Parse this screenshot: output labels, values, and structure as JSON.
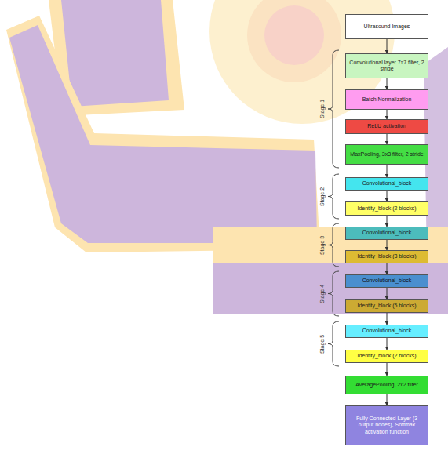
{
  "diagram": {
    "nodes": [
      {
        "text": [
          "Ultrasound Images"
        ]
      },
      {
        "text": [
          "Convolutional layer 7x7 filter, 2 stride"
        ]
      },
      {
        "text": [
          "Batch Normalization"
        ]
      },
      {
        "text": [
          "ReLU activation"
        ]
      },
      {
        "text": [
          "MaxPooling, 3x3 filter, 2 stride"
        ]
      },
      {
        "text": [
          "Convolutional_block"
        ]
      },
      {
        "text": [
          "Identity_block (2 blocks)"
        ]
      },
      {
        "text": [
          "Convolutional_block"
        ]
      },
      {
        "text": [
          "Identity_block (3 blocks)"
        ]
      },
      {
        "text": [
          "Convolutional_block"
        ]
      },
      {
        "text": [
          "Identity_block (5 blocks)"
        ]
      },
      {
        "text": [
          "Convolutional_block"
        ]
      },
      {
        "text": [
          "Identity_block (2 blocks)"
        ]
      },
      {
        "text": [
          "AveragePooling, 2x2 filter"
        ]
      },
      {
        "text": [
          "Fully Connected Layer (3 output nodes), Softmax activation function"
        ]
      }
    ],
    "edges": [
      {
        "from": 0,
        "to": 1,
        "arrow": "to"
      },
      {
        "from": 1,
        "to": 2,
        "arrow": "to"
      },
      {
        "from": 2,
        "to": 3,
        "arrow": "to"
      },
      {
        "from": 3,
        "to": 4,
        "arrow": "to"
      },
      {
        "from": 4,
        "to": 5,
        "arrow": "to"
      },
      {
        "from": 5,
        "to": 6,
        "arrow": "to"
      },
      {
        "from": 6,
        "to": 7,
        "arrow": "to"
      },
      {
        "from": 7,
        "to": 8,
        "arrow": "to"
      },
      {
        "from": 8,
        "to": 9,
        "arrow": "to"
      },
      {
        "from": 9,
        "to": 10,
        "arrow": "to"
      },
      {
        "from": 10,
        "to": 11,
        "arrow": "to"
      },
      {
        "from": 11,
        "to": 12,
        "arrow": "to"
      },
      {
        "from": 12,
        "to": 13,
        "arrow": "to"
      },
      {
        "from": 13,
        "to": 14,
        "arrow": "to"
      }
    ],
    "labels": [
      "Stage 1",
      "Stage 2",
      "Stage 3",
      "Stage 4",
      "Stage 5"
    ]
  }
}
